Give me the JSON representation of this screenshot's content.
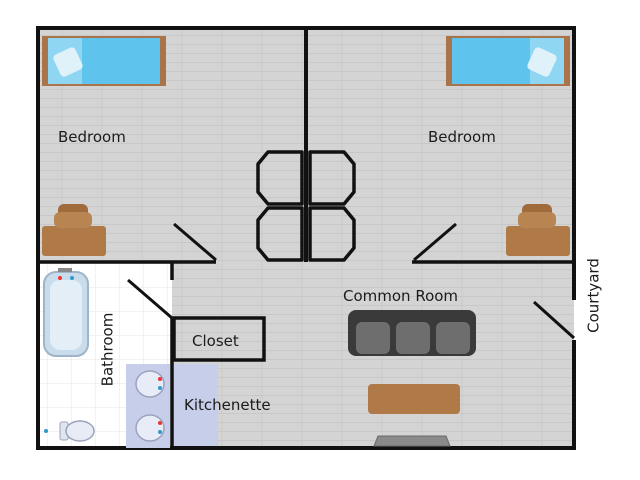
{
  "rooms": {
    "bedroom_left": "Bedroom",
    "bedroom_right": "Bedroom",
    "common_room": "Common Room",
    "closet": "Closet",
    "kitchenette": "Kitchenette",
    "bathroom": "Bathroom",
    "courtyard": "Courtyard"
  },
  "colors": {
    "floor": "#d4d4d4",
    "wall": "#111111",
    "bed_sheet": "#5ec4ee",
    "bed_frame": "#a9744a",
    "pillow": "#dff2fa",
    "desk": "#b07a48",
    "sofa": "#3a3a3a",
    "sofa_cushion": "#6e6e6e",
    "table": "#b07a48",
    "rug": "#8a8a8a",
    "bathroom_tile": "#ffffff",
    "tub": "#c9dcec",
    "kitchen_counter": "#c7ceea"
  },
  "icons": [
    "bed-icon",
    "desk-chair-icon",
    "bathtub-icon",
    "toilet-icon",
    "sink-icon",
    "sofa-icon",
    "coffee-table-icon",
    "door-swing-icon"
  ]
}
